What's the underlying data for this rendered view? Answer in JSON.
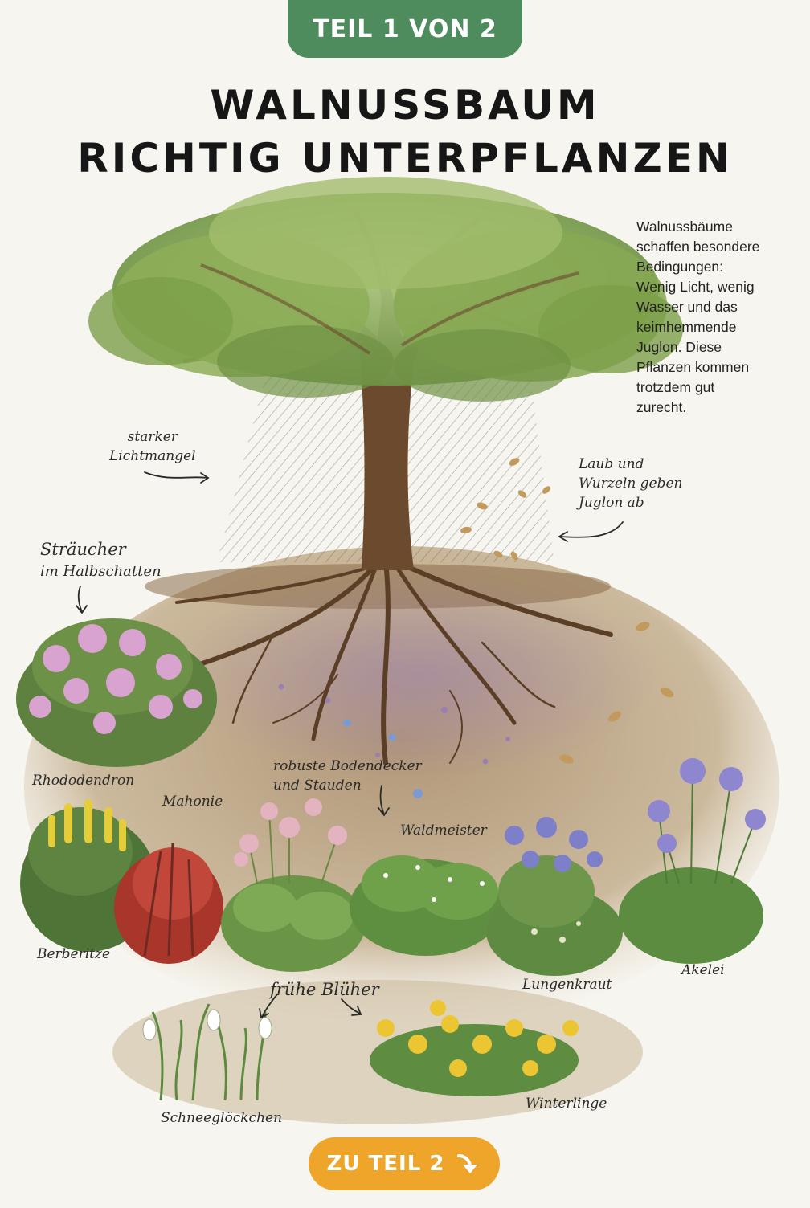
{
  "header": {
    "part_badge": "TEIL 1 VON 2",
    "title_line1": "WALNUSSBAUM",
    "title_line2": "RICHTIG UNTERPFLANZEN"
  },
  "intro": {
    "lines": [
      "Walnussbäume",
      "schaffen besondere",
      "Bedingungen:",
      "Wenig Licht, wenig",
      "Wasser und das",
      "keimhemmende",
      "Juglon. Diese",
      "Pflanzen kommen",
      "trotzdem gut",
      "zurecht."
    ]
  },
  "annotations": {
    "light": [
      "starker",
      "Lichtmangel"
    ],
    "juglon": [
      "Laub und",
      "Wurzeln geben",
      "Juglon ab"
    ],
    "shrubs": [
      "Sträucher",
      "im Halbschatten"
    ],
    "groundcover": [
      "robuste Bodendecker",
      "und Stauden"
    ],
    "early": "frühe Blüher"
  },
  "plants": {
    "rhododendron": "Rhododendron",
    "mahonie": "Mahonie",
    "berberitze": "Berberitze",
    "waldmeister": "Waldmeister",
    "lungenkraut": "Lungenkraut",
    "akelei": "Akelei",
    "schneegloeckchen": "Schneeglöckchen",
    "winterlinge": "Winterlinge"
  },
  "cta": {
    "label": "ZU TEIL 2",
    "icon": "arrow-down-right-icon"
  },
  "colors": {
    "badge": "#4e8c5e",
    "button": "#efa52a",
    "title": "#161616",
    "foliage": "#7fa24e",
    "trunk": "#6b4a2e",
    "soil": "#b39a78"
  }
}
